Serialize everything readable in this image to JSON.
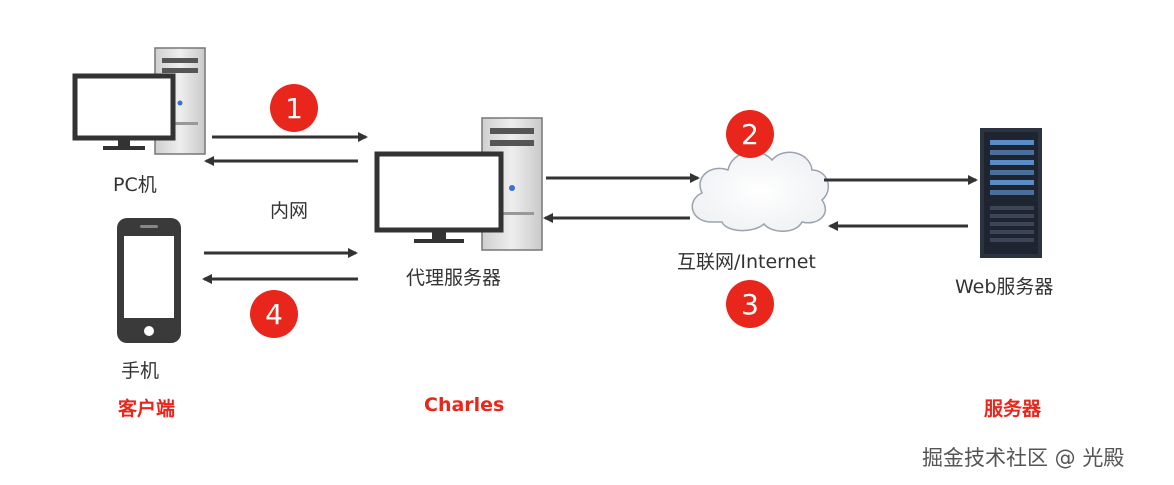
{
  "nodes": {
    "pc": "PC机",
    "phone": "手机",
    "proxy": "代理服务器",
    "internet": "互联网/Internet",
    "web_server": "Web服务器"
  },
  "edge_labels": {
    "intranet": "内网"
  },
  "steps": [
    "1",
    "2",
    "3",
    "4"
  ],
  "groups": {
    "client": "客户端",
    "charles": "Charles",
    "server": "服务器"
  },
  "watermark": "掘金技术社区 @ 光殿",
  "colors": {
    "step_badge": "#e8261c",
    "group_label": "#e8261c",
    "arrow": "#333333",
    "tower": "#dcdcdc",
    "web_server": "#2b3340",
    "cloud": "#ffffff"
  }
}
